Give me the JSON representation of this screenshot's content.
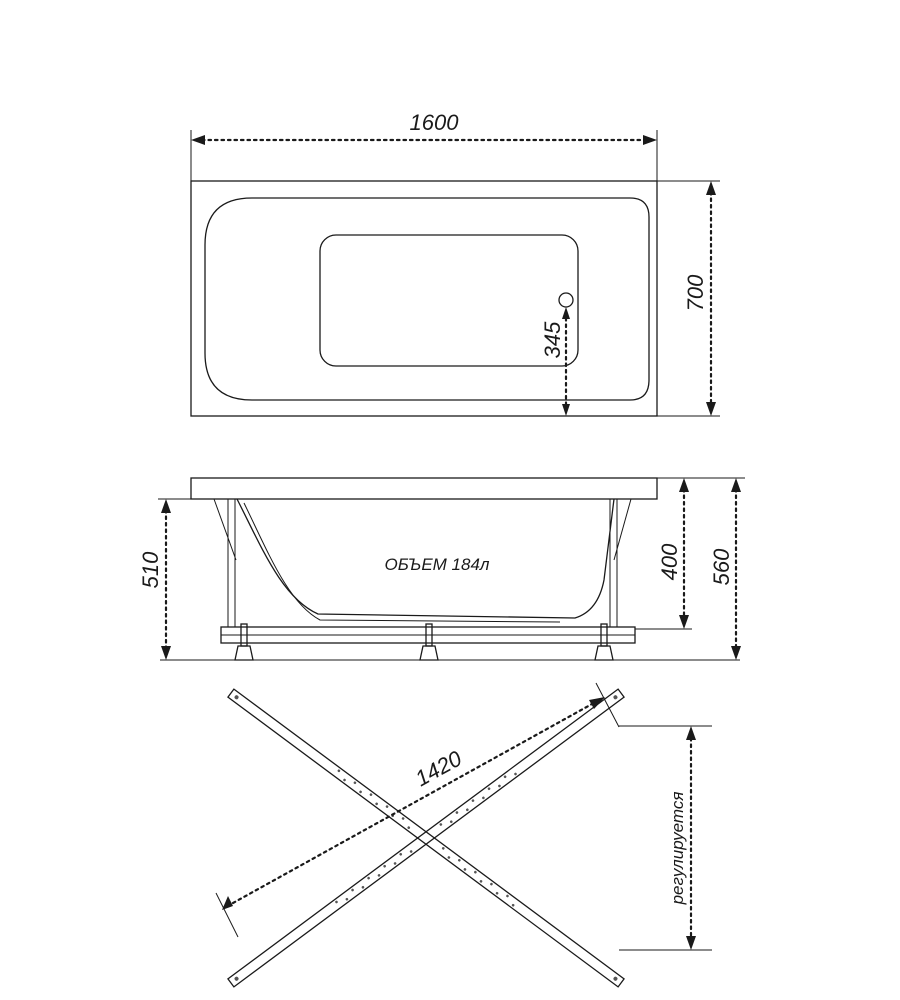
{
  "top_view": {
    "length": "1600",
    "width": "700",
    "drain_offset": "345"
  },
  "side_view": {
    "volume": "ОБЪЕМ 184л",
    "height_total": "510",
    "bowl_depth": "400",
    "height_with_legs": "560"
  },
  "frame_view": {
    "diagonal": "1420",
    "adjustable": "регулируется"
  }
}
